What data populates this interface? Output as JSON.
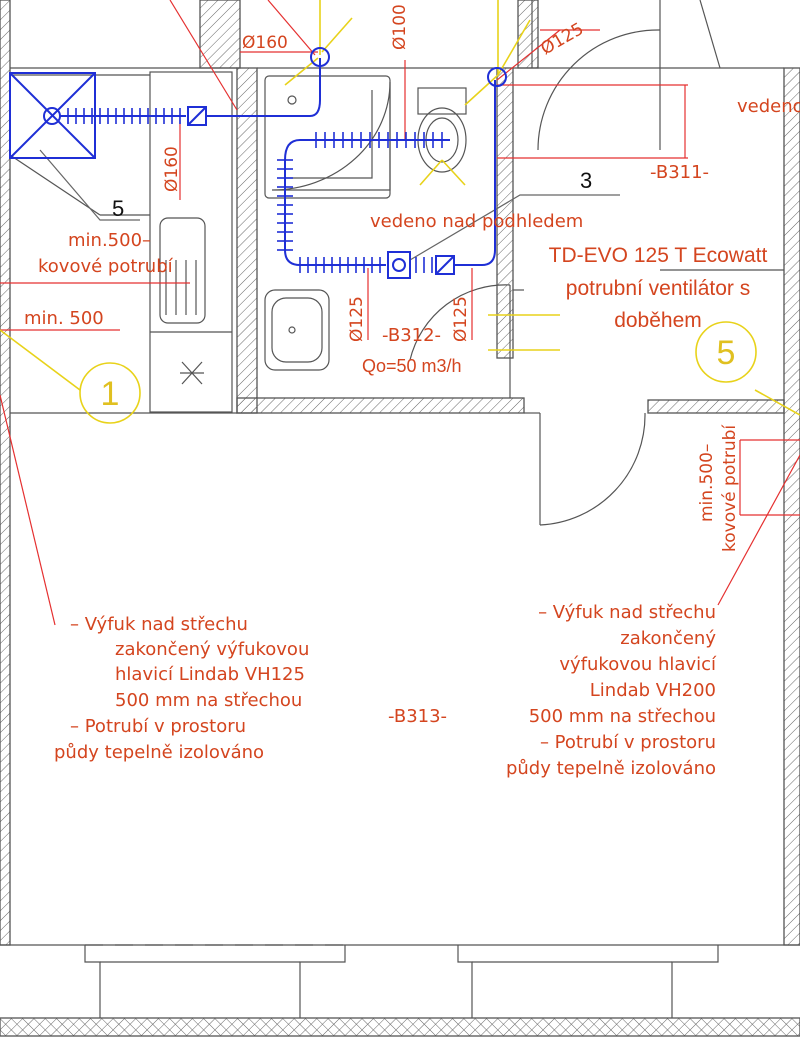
{
  "colors": {
    "wall": "#555555",
    "duct": "#1f2fd6",
    "annotation": "#d4451f",
    "leader": "#e53030",
    "airflow": "#e8d21a"
  },
  "dimensions": {
    "d160_top": "Ø160",
    "d100": "Ø100",
    "d125_top": "Ø125",
    "d160_vertical": "Ø160",
    "d125_left": "Ø125",
    "d125_right": "Ø125"
  },
  "rooms": {
    "b311": "-B311-",
    "b312": "-B312-",
    "b313": "-B313-"
  },
  "callouts": {
    "c1": "1",
    "c3": "3",
    "c5_small": "5",
    "c5_circle": "5"
  },
  "notes": {
    "vedeno_top": "vedeno",
    "vedeno_nad_podhledem": "vedeno nad podhledem",
    "min500_dash": "min.500–",
    "kovove_potrubi": "kovové potrubí",
    "min_500": "min. 500",
    "min500_vertical": "min.500–",
    "kovove_potrubi_vertical": "kovové potrubí",
    "flow": "Qo=50 m3/h"
  },
  "fan": {
    "line1": "TD-EVO 125 T Ecowatt",
    "line2": "potrubní ventilátor s",
    "line3": "doběhem"
  },
  "left_note": [
    "–     Výfuk nad střechu",
    "zakončený výfukovou",
    "hlavicí Lindab VH125",
    "500 mm na střechou",
    "–     Potrubí v prostoru",
    "půdy tepelně izolováno"
  ],
  "right_note": [
    "–     Výfuk nad střechu",
    "zakončený",
    "výfukovou hlavicí",
    "Lindab VH200",
    "500 mm na střechou",
    "–    Potrubí v prostoru",
    "půdy tepelně izolováno"
  ]
}
